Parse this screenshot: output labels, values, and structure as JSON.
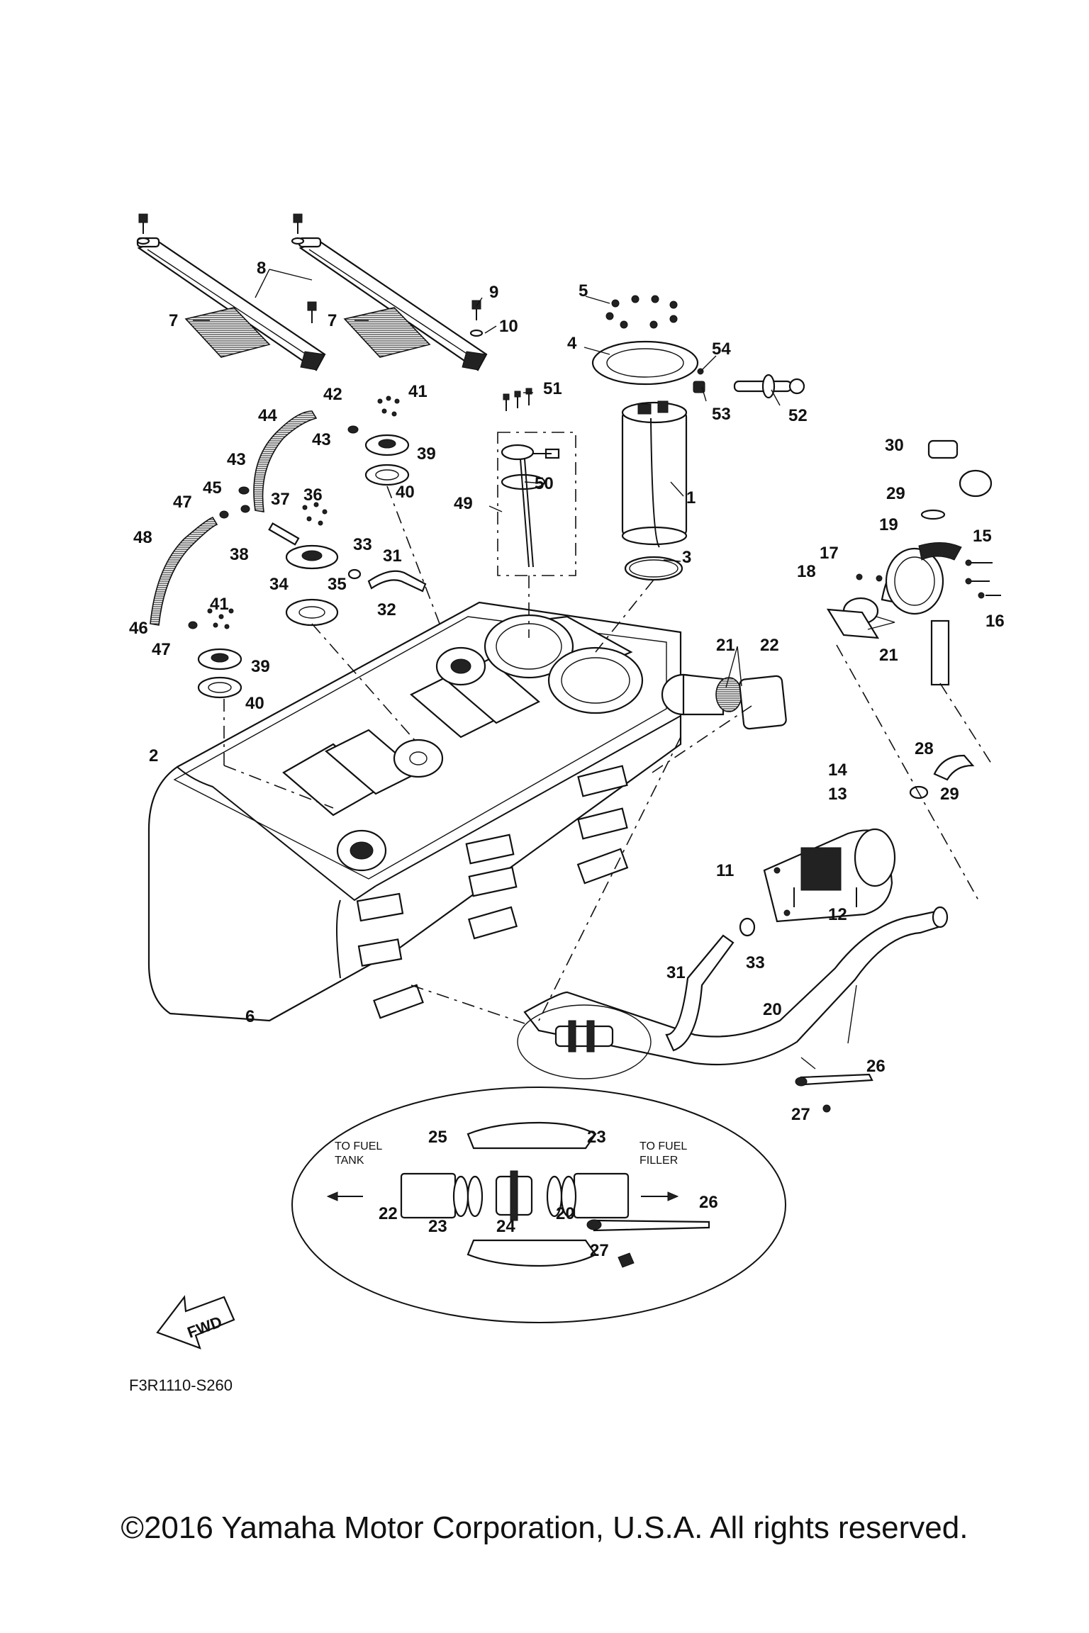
{
  "diagram": {
    "callouts": [
      {
        "id": "c1",
        "text": "1"
      },
      {
        "id": "c2",
        "text": "2"
      },
      {
        "id": "c3",
        "text": "3"
      },
      {
        "id": "c4",
        "text": "4"
      },
      {
        "id": "c5",
        "text": "5"
      },
      {
        "id": "c6",
        "text": "6"
      },
      {
        "id": "c7a",
        "text": "7"
      },
      {
        "id": "c7b",
        "text": "7"
      },
      {
        "id": "c8",
        "text": "8"
      },
      {
        "id": "c9",
        "text": "9"
      },
      {
        "id": "c10",
        "text": "10"
      },
      {
        "id": "c11",
        "text": "11"
      },
      {
        "id": "c12",
        "text": "12"
      },
      {
        "id": "c13",
        "text": "13"
      },
      {
        "id": "c14",
        "text": "14"
      },
      {
        "id": "c15",
        "text": "15"
      },
      {
        "id": "c16",
        "text": "16"
      },
      {
        "id": "c17",
        "text": "17"
      },
      {
        "id": "c18",
        "text": "18"
      },
      {
        "id": "c19",
        "text": "19"
      },
      {
        "id": "c20a",
        "text": "20"
      },
      {
        "id": "c20b",
        "text": "20"
      },
      {
        "id": "c21a",
        "text": "21"
      },
      {
        "id": "c21b",
        "text": "21"
      },
      {
        "id": "c22a",
        "text": "22"
      },
      {
        "id": "c22b",
        "text": "22"
      },
      {
        "id": "c23a",
        "text": "23"
      },
      {
        "id": "c23b",
        "text": "23"
      },
      {
        "id": "c24",
        "text": "24"
      },
      {
        "id": "c25",
        "text": "25"
      },
      {
        "id": "c26a",
        "text": "26"
      },
      {
        "id": "c26b",
        "text": "26"
      },
      {
        "id": "c27a",
        "text": "27"
      },
      {
        "id": "c27b",
        "text": "27"
      },
      {
        "id": "c28",
        "text": "28"
      },
      {
        "id": "c29a",
        "text": "29"
      },
      {
        "id": "c29b",
        "text": "29"
      },
      {
        "id": "c30",
        "text": "30"
      },
      {
        "id": "c31a",
        "text": "31"
      },
      {
        "id": "c31b",
        "text": "31"
      },
      {
        "id": "c32",
        "text": "32"
      },
      {
        "id": "c33a",
        "text": "33"
      },
      {
        "id": "c33b",
        "text": "33"
      },
      {
        "id": "c34",
        "text": "34"
      },
      {
        "id": "c35",
        "text": "35"
      },
      {
        "id": "c36",
        "text": "36"
      },
      {
        "id": "c37",
        "text": "37"
      },
      {
        "id": "c38",
        "text": "38"
      },
      {
        "id": "c39a",
        "text": "39"
      },
      {
        "id": "c39b",
        "text": "39"
      },
      {
        "id": "c40a",
        "text": "40"
      },
      {
        "id": "c40b",
        "text": "40"
      },
      {
        "id": "c41a",
        "text": "41"
      },
      {
        "id": "c41b",
        "text": "41"
      },
      {
        "id": "c42",
        "text": "42"
      },
      {
        "id": "c43a",
        "text": "43"
      },
      {
        "id": "c43b",
        "text": "43"
      },
      {
        "id": "c44",
        "text": "44"
      },
      {
        "id": "c45",
        "text": "45"
      },
      {
        "id": "c46",
        "text": "46"
      },
      {
        "id": "c47a",
        "text": "47"
      },
      {
        "id": "c47b",
        "text": "47"
      },
      {
        "id": "c48",
        "text": "48"
      },
      {
        "id": "c49",
        "text": "49"
      },
      {
        "id": "c50",
        "text": "50"
      },
      {
        "id": "c51",
        "text": "51"
      },
      {
        "id": "c52",
        "text": "52"
      },
      {
        "id": "c53",
        "text": "53"
      },
      {
        "id": "c54",
        "text": "54"
      }
    ],
    "detail": {
      "to_fuel_tank_line1": "TO FUEL",
      "to_fuel_tank_line2": "TANK",
      "to_fuel_filler_line1": "TO FUEL",
      "to_fuel_filler_line2": "FILLER"
    },
    "fwd_label": "FWD",
    "diagram_code": "F3R1110-S260"
  },
  "footer": {
    "copyright": "©2016 Yamaha Motor Corporation, U.S.A. All rights reserved."
  }
}
